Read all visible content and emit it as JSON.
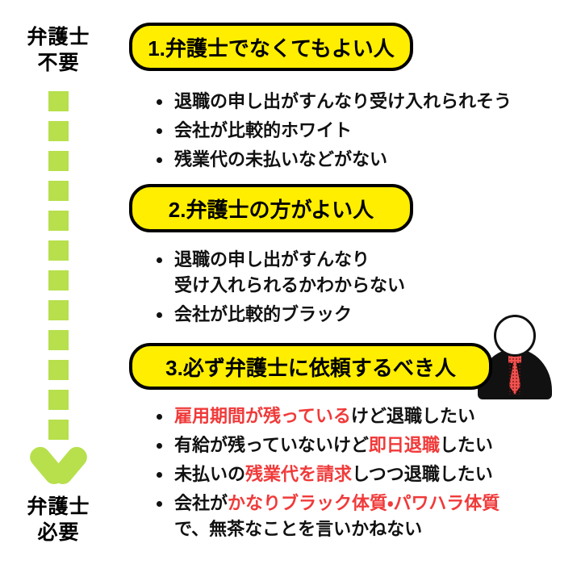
{
  "gauge": {
    "top_label_line1": "弁護士",
    "top_label_line2": "不要",
    "bottom_label_line1": "弁護士",
    "bottom_label_line2": "必要",
    "square_count": 12,
    "square_color": "#b7e04c",
    "arrow_icon": "chevron-down-arrow-icon"
  },
  "colors": {
    "pill_fill": "#ffee00",
    "pill_border": "#000000",
    "highlight_red": "#f03a3a",
    "gauge_green": "#b7e04c",
    "text_black": "#111111"
  },
  "sections": [
    {
      "heading": "1.弁護士でなくてもよい人",
      "bullets": [
        [
          {
            "text": "退職の申し出がすんなり受け入れられそう",
            "highlight": false
          }
        ],
        [
          {
            "text": "会社が比較的ホワイト",
            "highlight": false
          }
        ],
        [
          {
            "text": "残業代の未払いなどがない",
            "highlight": false
          }
        ]
      ]
    },
    {
      "heading": "2.弁護士の方がよい人",
      "bullets": [
        [
          {
            "text": "退職の申し出がすんなり",
            "highlight": false
          },
          {
            "text": "受け入れられるかわからない",
            "highlight": false,
            "newline": true
          }
        ],
        [
          {
            "text": "会社が比較的ブラック",
            "highlight": false
          }
        ]
      ]
    },
    {
      "heading": "3.必ず弁護士に依頼するべき人",
      "bullets": [
        [
          {
            "text": "雇用期間が残っている",
            "highlight": true
          },
          {
            "text": "けど退職したい",
            "highlight": false
          }
        ],
        [
          {
            "text": "有給が残っていないけど",
            "highlight": false
          },
          {
            "text": "即日退職",
            "highlight": true
          },
          {
            "text": "したい",
            "highlight": false
          }
        ],
        [
          {
            "text": "未払いの",
            "highlight": false
          },
          {
            "text": "残業代を請求",
            "highlight": true
          },
          {
            "text": "しつつ退職したい",
            "highlight": false
          }
        ],
        [
          {
            "text": "会社が",
            "highlight": false
          },
          {
            "text": "かなりブラック体質・パワハラ体質",
            "highlight": true
          },
          {
            "text": "で、無茶なことを言いかねない",
            "highlight": false,
            "newline": true
          }
        ]
      ]
    }
  ],
  "figure": {
    "name": "lawyer-person-icon",
    "head": "white-circle-head",
    "suit": "black-suit-body",
    "tie": "red-polka-dot-necktie"
  }
}
